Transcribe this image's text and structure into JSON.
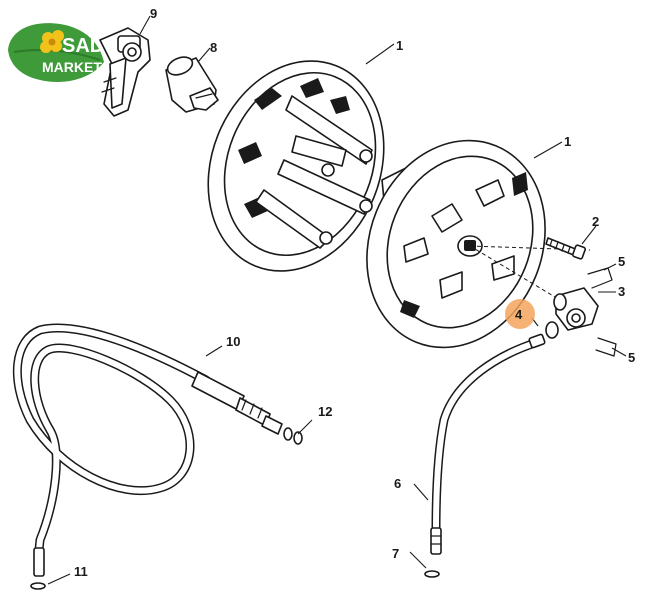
{
  "logo": {
    "line1": "SAD",
    "line2": "MARKET",
    "leaf_color": "#3f9a3a",
    "flower_color": "#f2c21b"
  },
  "highlight_color": "#f5a45d",
  "labels": {
    "p1a": "1",
    "p1b": "1",
    "p2": "2",
    "p3": "3",
    "p4": "4",
    "p5a": "5",
    "p5b": "5",
    "p6": "6",
    "p7": "7",
    "p8": "8",
    "p9": "9",
    "p10": "10",
    "p11": "11",
    "p12": "12"
  }
}
